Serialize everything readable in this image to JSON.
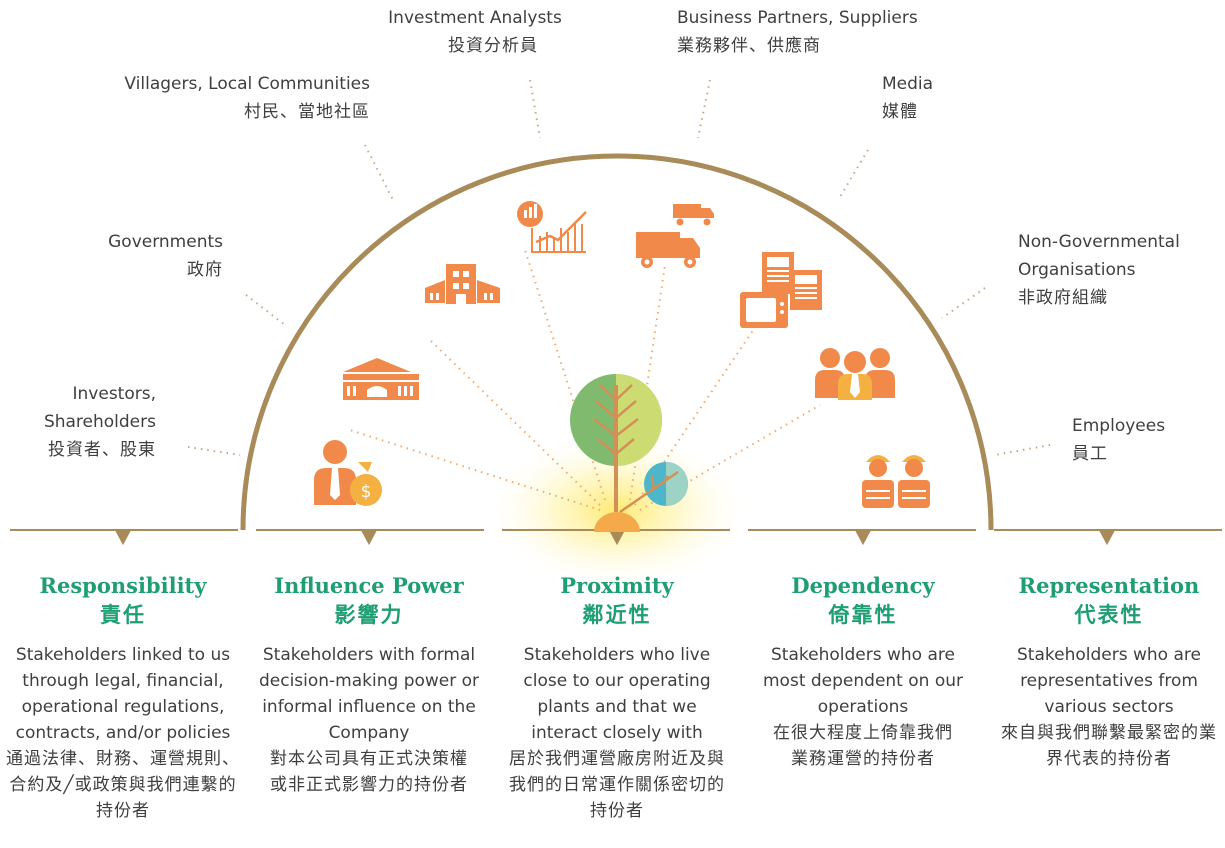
{
  "stakeholders": {
    "investment_analysts": {
      "en": "Investment Analysts",
      "zh": "投資分析員"
    },
    "business_partners": {
      "en": "Business Partners, Suppliers",
      "zh": "業務夥伴、供應商"
    },
    "villagers": {
      "en": "Villagers, Local Communities",
      "zh": "村民、當地社區"
    },
    "media": {
      "en": "Media",
      "zh": "媒體"
    },
    "governments": {
      "en": "Governments",
      "zh": "政府"
    },
    "ngos": {
      "en": "Non-Governmental\nOrganisations",
      "zh": "非政府組織"
    },
    "investors": {
      "en": "Investors,\nShareholders",
      "zh": "投資者、股東"
    },
    "employees": {
      "en": "Employees",
      "zh": "員工"
    }
  },
  "categories": [
    {
      "title": "Responsibility",
      "title_zh": "責任",
      "desc": "Stakeholders linked to us through legal, financial, operational regulations, contracts, and/or policies",
      "desc_zh": "通過法律、財務、運營規則、合約及╱或政策與我們連繫的持份者"
    },
    {
      "title": "Influence Power",
      "title_zh": "影響力",
      "desc": "Stakeholders with formal decision-making power or informal influence on the Company",
      "desc_zh": "對本公司具有正式決策權或非正式影響力的持份者"
    },
    {
      "title": "Proximity",
      "title_zh": "鄰近性",
      "desc": "Stakeholders who live close to our operating plants and that we interact closely with",
      "desc_zh": "居於我們運營廠房附近及與我們的日常運作關係密切的持份者"
    },
    {
      "title": "Dependency",
      "title_zh": "倚靠性",
      "desc": "Stakeholders who are most dependent on our operations",
      "desc_zh": "在很大程度上倚靠我們業務運營的持份者"
    },
    {
      "title": "Representation",
      "title_zh": "代表性",
      "desc": "Stakeholders who are representatives from various sectors",
      "desc_zh": "來自與我們聯繫最緊密的業界代表的持份者"
    }
  ],
  "colors": {
    "arc": "#a88b58",
    "accent_green": "#1e9e72",
    "icon_orange": "#f0894a",
    "text": "#3f3f3f"
  },
  "icons": [
    "person-dollar-icon",
    "bank-building-icon",
    "factory-buildings-icon",
    "growth-chart-icon",
    "delivery-trucks-icon",
    "tv-newspaper-icon",
    "office-team-icon",
    "workers-helmet-icon",
    "tree-icon"
  ]
}
